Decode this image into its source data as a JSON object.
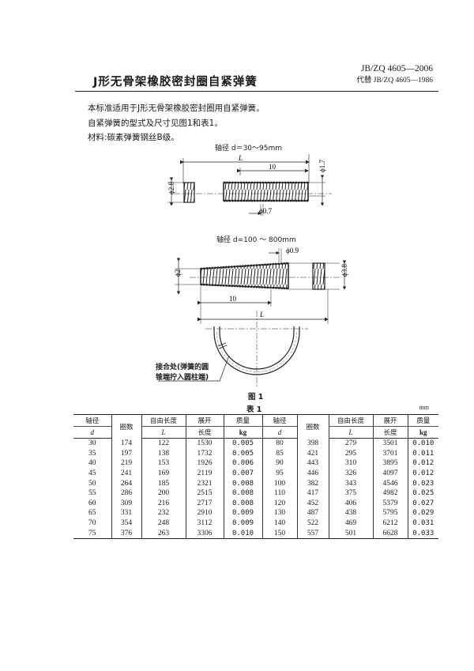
{
  "header": {
    "standard_code": "JB/ZQ 4605—2006",
    "replaces": "代替 JB/ZQ 4605—1986",
    "title": "J形无骨架橡胶密封圈自紧弹簧"
  },
  "paragraphs": [
    "本标准适用于J形无骨架橡胶密封圈用自紧弹簧。",
    "自紧弹簧的型式及尺寸见图1和表1。",
    "材料:碳素弹簧钢丝B级。"
  ],
  "figure": {
    "top_caption": "轴径 d＝30～95mm",
    "top_labels": {
      "L": "L",
      "ten": "10",
      "d_left": "ϕ2.8",
      "d_right": "ϕ1.7",
      "wire": "ϕ0.7"
    },
    "bottom_caption": "轴径 d=100 ～ 800mm",
    "bottom_labels": {
      "wire": "ϕ0.9",
      "d_left": "ϕ2",
      "d_right": "ϕ3.8",
      "ten": "10",
      "L": "L"
    },
    "callout_line1": "接合处(弹簧的圆",
    "callout_line2": "锥端拧入圆柱端)",
    "label": "图 1"
  },
  "table": {
    "label": "表 1",
    "unit": "mm",
    "headers": {
      "shaft": "轴径",
      "shaft_sym": "d",
      "coils": "圈数",
      "free_len": "自由长度",
      "free_len_sym": "L",
      "unfold_1": "展开",
      "unfold_2": "长度",
      "mass": "质量",
      "mass_unit": "kg"
    },
    "rows": [
      [
        "30",
        "174",
        "122",
        "1530",
        "0.005",
        "80",
        "398",
        "279",
        "3501",
        "0.010"
      ],
      [
        "35",
        "197",
        "138",
        "1732",
        "0.005",
        "85",
        "421",
        "295",
        "3701",
        "0.011"
      ],
      [
        "40",
        "219",
        "153",
        "1926",
        "0.006",
        "90",
        "443",
        "310",
        "3895",
        "0.012"
      ],
      [
        "45",
        "241",
        "169",
        "2119",
        "0.007",
        "95",
        "446",
        "326",
        "4097",
        "0.012"
      ],
      [
        "50",
        "264",
        "185",
        "2321",
        "0.008",
        "100",
        "382",
        "343",
        "4546",
        "0.023"
      ],
      [
        "55",
        "286",
        "200",
        "2515",
        "0.008",
        "110",
        "417",
        "375",
        "4982",
        "0.025"
      ],
      [
        "60",
        "309",
        "216",
        "2717",
        "0.008",
        "120",
        "452",
        "406",
        "5379",
        "0.027"
      ],
      [
        "65",
        "331",
        "232",
        "2910",
        "0.009",
        "130",
        "487",
        "438",
        "5795",
        "0.029"
      ],
      [
        "70",
        "354",
        "248",
        "3112",
        "0.009",
        "140",
        "522",
        "469",
        "6212",
        "0.031"
      ],
      [
        "75",
        "376",
        "263",
        "3306",
        "0.010",
        "150",
        "557",
        "501",
        "6628",
        "0.033"
      ]
    ]
  }
}
